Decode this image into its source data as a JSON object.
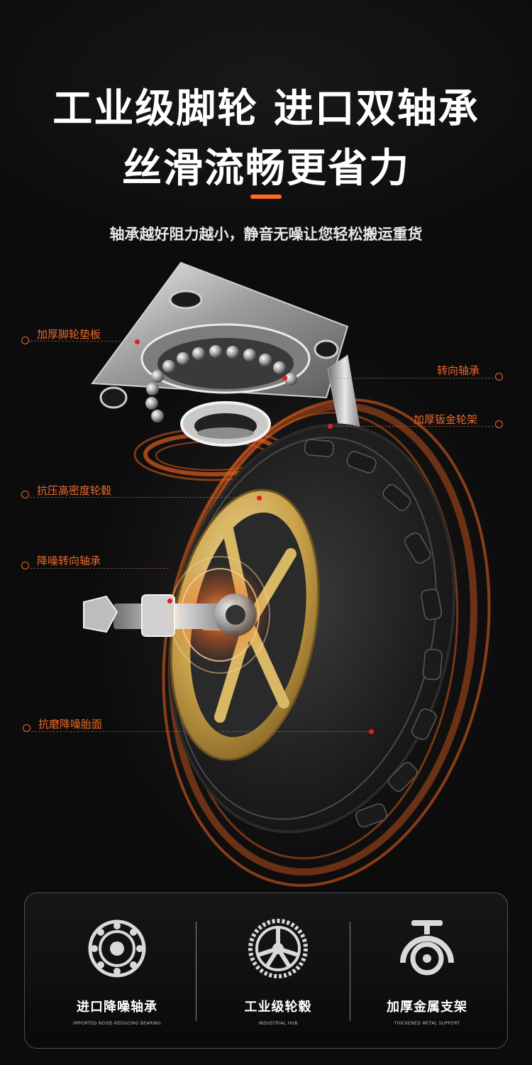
{
  "header": {
    "title_line1": "工业级脚轮 进口双轴承",
    "title_line2": "丝滑流畅更省力",
    "subtitle": "轴承越好阻力越小，静音无噪让您轻松搬运重货"
  },
  "colors": {
    "accent": "#ff6a1e",
    "callout": "#f06a28",
    "hub_gold": "#c9a14a",
    "marker_red": "#e0201c"
  },
  "callouts": [
    {
      "id": "plate",
      "label": "加厚脚轮垫板"
    },
    {
      "id": "swivel-bearing",
      "label": "转向轴承"
    },
    {
      "id": "bracket",
      "label": "加厚钣金轮架"
    },
    {
      "id": "hub",
      "label": "抗压高密度轮毂"
    },
    {
      "id": "axle-bearing",
      "label": "降噪转向轴承"
    },
    {
      "id": "tread",
      "label": "抗磨降噪胎面"
    }
  ],
  "features": [
    {
      "icon": "bearing-icon",
      "label": "进口降噪轴承",
      "sub": "IMPORTED NOISE-REDUCING BEARING"
    },
    {
      "icon": "wheel-hub-icon",
      "label": "工业级轮毂",
      "sub": "INDUSTRIAL HUB"
    },
    {
      "icon": "caster-support-icon",
      "label": "加厚金属支架",
      "sub": "THICKENED METAL SUPPORT"
    }
  ]
}
